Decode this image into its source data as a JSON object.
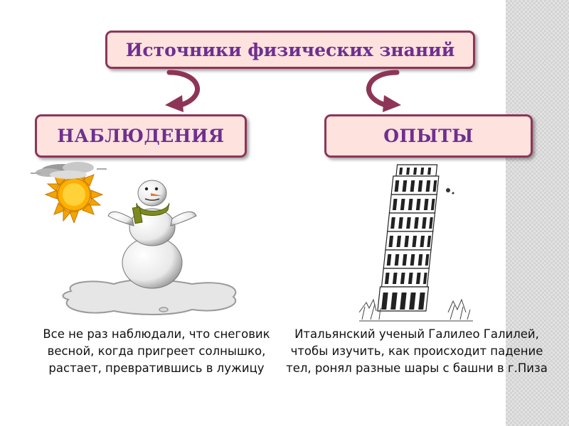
{
  "slide": {
    "title": "Источники физических знаний",
    "left_heading": "НАБЛЮДЕНИЯ",
    "right_heading": "ОПЫТЫ",
    "left_caption": "Все не раз наблюдали, что снеговик  весной, когда пригреет солнышко, растает, превратившись в лужицу",
    "right_caption": "Итальянский  ученый Галилео Галилей, чтобы изучить, как происходит падение тел, ронял разные шары с башни в г.Пиза"
  },
  "colors": {
    "box_fill": "#fde2de",
    "box_border": "#8e3557",
    "heading_text": "#6f2f8f",
    "arrow": "#8e3557"
  },
  "illustrations": {
    "left": [
      "sun-icon",
      "cloud-icon",
      "snowman-icon",
      "puddle-icon"
    ],
    "right": [
      "leaning-tower-icon"
    ]
  }
}
